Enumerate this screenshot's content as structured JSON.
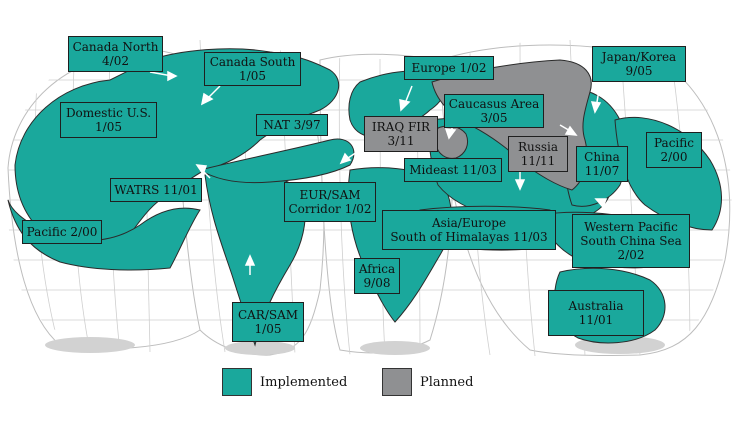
{
  "colors": {
    "implemented": "#1aa89c",
    "planned": "#8f9092",
    "land_outline": "#2b2b2b",
    "grid": "#c9c9c9",
    "shadow": "#d7d7d7"
  },
  "regions": [
    {
      "id": "canada-north",
      "status": "implemented",
      "lines": [
        "Canada North",
        "4/02"
      ]
    },
    {
      "id": "canada-south",
      "status": "implemented",
      "lines": [
        "Canada South",
        "1/05"
      ]
    },
    {
      "id": "europe",
      "status": "implemented",
      "lines": [
        "Europe 1/02"
      ]
    },
    {
      "id": "japan-korea",
      "status": "implemented",
      "lines": [
        "Japan/Korea",
        "9/05"
      ]
    },
    {
      "id": "domestic-us",
      "status": "implemented",
      "lines": [
        "Domestic U.S.",
        "1/05"
      ]
    },
    {
      "id": "nat",
      "status": "implemented",
      "lines": [
        "NAT 3/97"
      ]
    },
    {
      "id": "iraq-fir",
      "status": "planned",
      "lines": [
        "IRAQ FIR",
        "3/11"
      ]
    },
    {
      "id": "caucasus",
      "status": "implemented",
      "lines": [
        "Caucasus Area",
        "3/05"
      ]
    },
    {
      "id": "russia",
      "status": "planned",
      "lines": [
        "Russia",
        "11/11"
      ]
    },
    {
      "id": "china",
      "status": "implemented",
      "lines": [
        "China",
        "11/07"
      ]
    },
    {
      "id": "pacific-east",
      "status": "implemented",
      "lines": [
        "Pacific",
        "2/00"
      ]
    },
    {
      "id": "mideast",
      "status": "implemented",
      "lines": [
        "Mideast 11/03"
      ]
    },
    {
      "id": "watrs",
      "status": "implemented",
      "lines": [
        "WATRS 11/01"
      ]
    },
    {
      "id": "eur-sam",
      "status": "implemented",
      "lines": [
        "EUR/SAM",
        "Corridor 1/02"
      ]
    },
    {
      "id": "asia-europe",
      "status": "implemented",
      "lines": [
        "Asia/Europe",
        "South of Himalayas 11/03"
      ]
    },
    {
      "id": "western-pacific",
      "status": "implemented",
      "lines": [
        "Western Pacific",
        "South China Sea",
        "2/02"
      ]
    },
    {
      "id": "pacific-west",
      "status": "implemented",
      "lines": [
        "Pacific 2/00"
      ]
    },
    {
      "id": "africa",
      "status": "implemented",
      "lines": [
        "Africa",
        "9/08"
      ]
    },
    {
      "id": "australia",
      "status": "implemented",
      "lines": [
        "Australia",
        "11/01"
      ]
    },
    {
      "id": "car-sam",
      "status": "implemented",
      "lines": [
        "CAR/SAM",
        "1/05"
      ]
    }
  ],
  "legend": [
    {
      "status": "implemented",
      "label": "Implemented"
    },
    {
      "status": "planned",
      "label": "Planned"
    }
  ]
}
